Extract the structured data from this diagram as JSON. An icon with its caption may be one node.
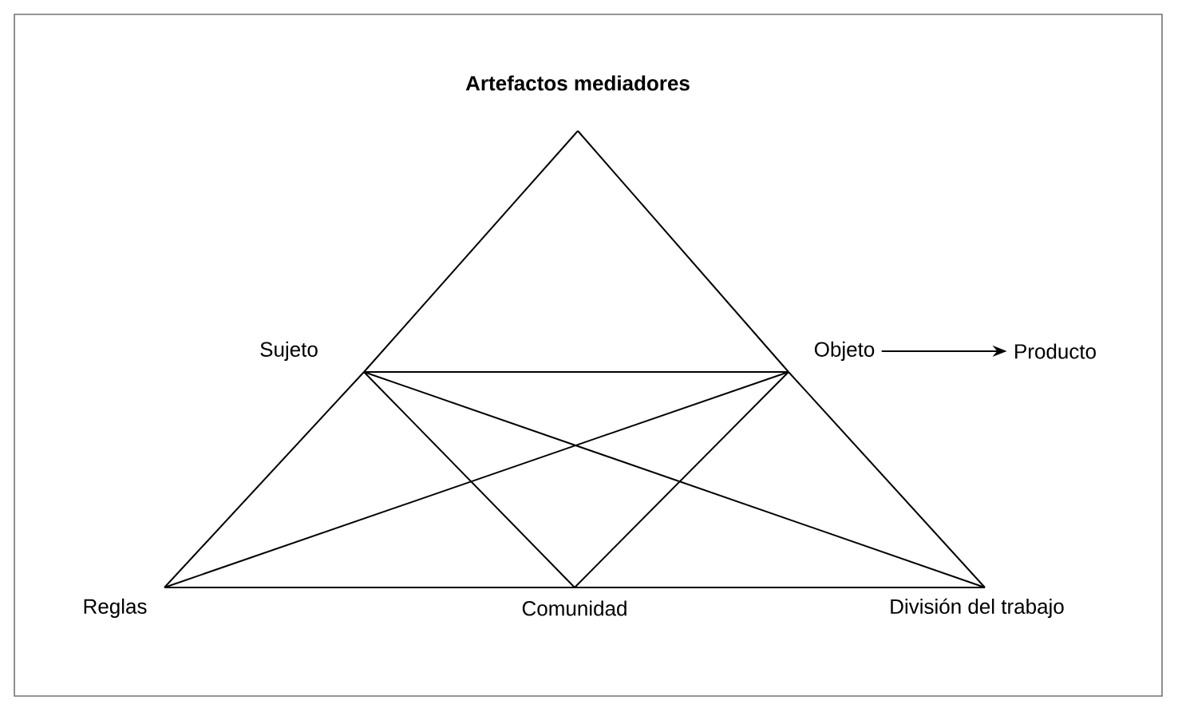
{
  "diagram": {
    "nodes": [
      {
        "text": [
          "Artefactos mediadores"
        ]
      },
      {
        "text": [
          "Sujeto"
        ]
      },
      {
        "text": [
          "Objeto"
        ]
      },
      {
        "text": [
          "Producto"
        ]
      },
      {
        "text": [
          "Reglas"
        ]
      },
      {
        "text": [
          "Comunidad"
        ]
      },
      {
        "text": [
          "División del trabajo"
        ]
      }
    ],
    "edges": [
      {
        "from": 0,
        "to": 1,
        "arrow": "none"
      },
      {
        "from": 1,
        "to": 4,
        "arrow": "none"
      },
      {
        "from": 0,
        "to": 2,
        "arrow": "none"
      },
      {
        "from": 2,
        "to": 6,
        "arrow": "none"
      },
      {
        "from": 4,
        "to": 5,
        "arrow": "none"
      },
      {
        "from": 5,
        "to": 6,
        "arrow": "none"
      },
      {
        "from": 1,
        "to": 2,
        "arrow": "none"
      },
      {
        "from": 1,
        "to": 5,
        "arrow": "none"
      },
      {
        "from": 1,
        "to": 6,
        "arrow": "none"
      },
      {
        "from": 2,
        "to": 4,
        "arrow": "none"
      },
      {
        "from": 2,
        "to": 5,
        "arrow": "none"
      },
      {
        "from": 2,
        "to": 3,
        "arrow": "to"
      }
    ]
  }
}
